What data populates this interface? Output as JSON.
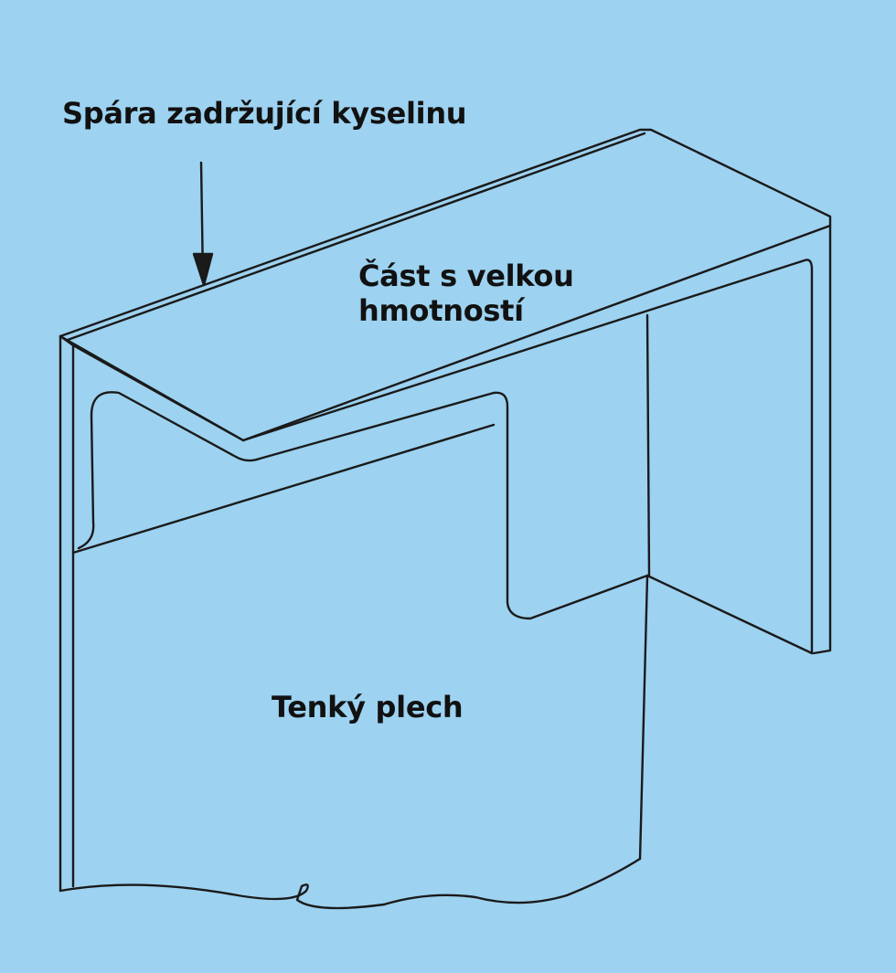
{
  "labels": {
    "groove": "Spára zadržující kyselinu",
    "mass_line1": "Část s velkou",
    "mass_line2": "hmotností",
    "thin_sheet": "Tenký plech"
  },
  "colors": {
    "background": "#9dd2f0",
    "ink": "#1a1a1a"
  },
  "icons": {
    "pointer": "arrow-down-icon"
  }
}
